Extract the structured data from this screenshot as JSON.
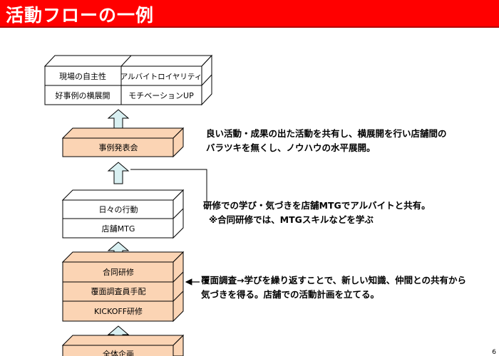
{
  "header": {
    "title": "活動フローの一例",
    "bg_color": "#ff0000",
    "text_color": "#ffffff"
  },
  "colors": {
    "white_box": "#ffffff",
    "orange_box": "#fbd4b4",
    "arrow_fill": "#d9f0f2",
    "outline": "#000000"
  },
  "diagram": {
    "top_stack": {
      "cells": [
        "現場の自主性",
        "アルバイトロイヤリティ",
        "好事例の横展開",
        "モチベーションUP"
      ]
    },
    "case_presentation": "事例発表会",
    "daily_stack": [
      "日々の行動",
      "店舗MTG"
    ],
    "training_stack": [
      "合同研修",
      "覆面調査員手配",
      "KICKOFF研修"
    ],
    "bottom_box": "全体企画"
  },
  "notes": {
    "note1": [
      "良い活動・成果の出た活動を共有し、横展開を行い店舗間の",
      "バラツキを無くし、ノウハウの水平展開。"
    ],
    "note2": [
      "研修での学び・気づきを店舗MTGでアルバイトと共有。",
      "※合同研修では、MTGスキルなどを学ぶ"
    ],
    "note3": [
      "覆面調査→学びを繰り返すことで、新しい知識、仲間との共有から",
      "気づきを得る。店舗での活動計画を立てる。"
    ]
  },
  "page_number": "6"
}
